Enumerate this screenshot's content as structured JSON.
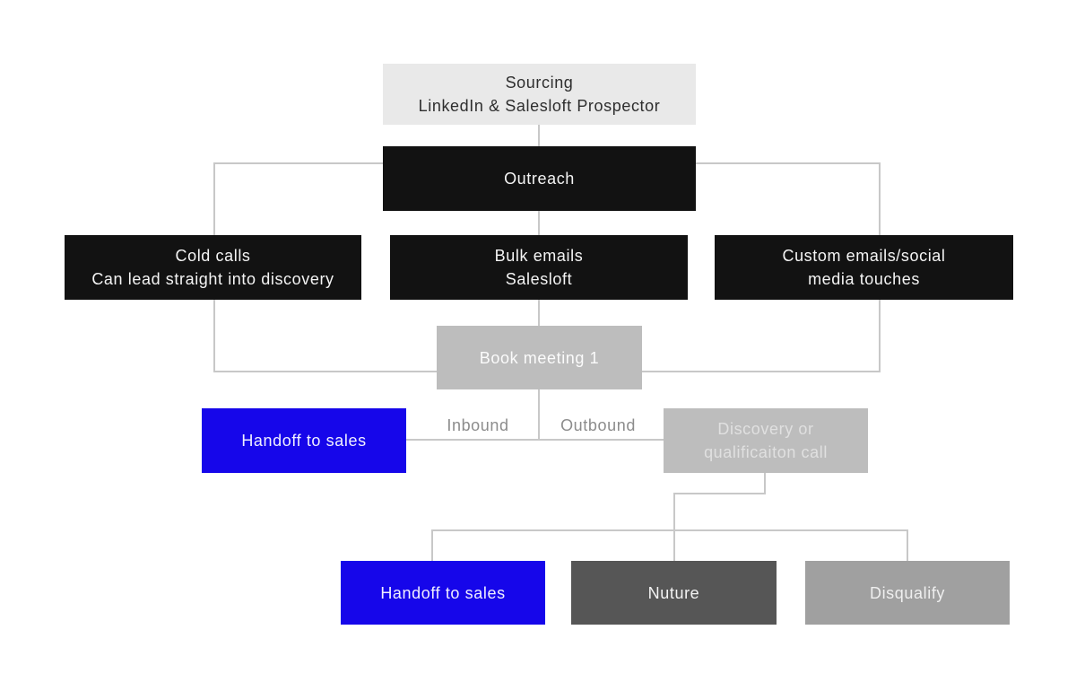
{
  "diagram": {
    "nodes": {
      "sourcing": {
        "line1": "Sourcing",
        "line2": "LinkedIn & Salesloft Prospector"
      },
      "outreach": {
        "label": "Outreach"
      },
      "cold_calls": {
        "line1": "Cold calls",
        "line2": "Can lead straight into discovery"
      },
      "bulk_emails": {
        "line1": "Bulk emails",
        "line2": "Salesloft"
      },
      "custom_emails": {
        "line1": "Custom emails/social",
        "line2": "media touches"
      },
      "book_meeting": {
        "label": "Book meeting 1"
      },
      "handoff_mid": {
        "label": "Handoff to sales"
      },
      "discovery": {
        "line1": "Discovery or",
        "line2": "qualificaiton call"
      },
      "handoff_bottom": {
        "label": "Handoff to sales"
      },
      "nurture": {
        "label": "Nuture"
      },
      "disqualify": {
        "label": "Disqualify"
      }
    },
    "edge_labels": {
      "inbound": "Inbound",
      "outbound": "Outbound"
    },
    "colors": {
      "accent_blue": "#1606ea",
      "node_black": "#121212",
      "node_light_gray": "#e9e9e9",
      "node_gray": "#bdbdbd",
      "node_dark_gray": "#565656",
      "node_mid_gray": "#a0a0a0",
      "connector": "#c8c8c8",
      "edge_label_text": "#8c8c8c"
    }
  }
}
